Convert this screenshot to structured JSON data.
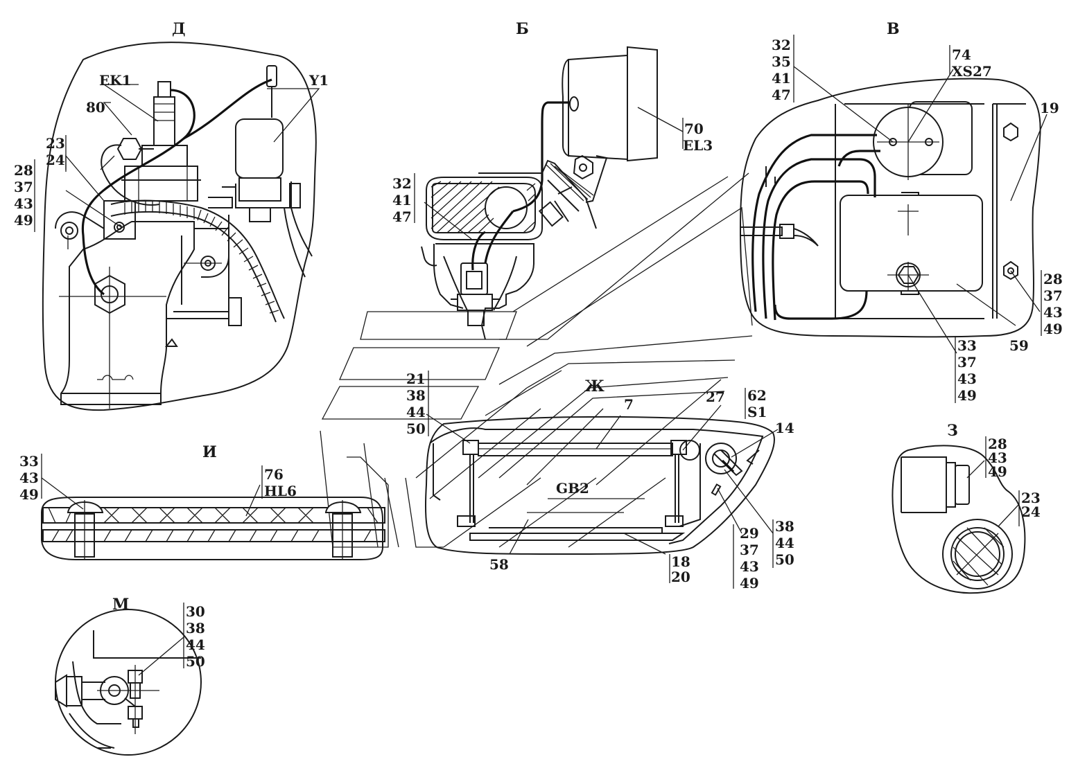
{
  "views": {
    "d": {
      "title": "Д",
      "ek1": "EK1",
      "y1": "Y1",
      "n80": "80",
      "n23": "23",
      "n24": "24",
      "n28": "28",
      "n37": "37",
      "n43": "43",
      "n49": "49"
    },
    "b": {
      "title": "Б",
      "n70": "70",
      "el3": "EL3",
      "n32": "32",
      "n41": "41",
      "n47": "47"
    },
    "v": {
      "title": "В",
      "n32": "32",
      "n35": "35",
      "n41": "41",
      "n47": "47",
      "n74": "74",
      "xs27": "XS27",
      "n19": "19",
      "n28": "28",
      "n37": "37",
      "n43": "43",
      "n49": "49",
      "n59": "59",
      "n33": "33",
      "n37b": "37",
      "n43b": "43",
      "n49b": "49"
    },
    "zh": {
      "title": "Ж",
      "n21": "21",
      "n38": "38",
      "n44": "44",
      "n50": "50",
      "n7": "7",
      "n27": "27",
      "n62": "62",
      "s1": "S1",
      "n14": "14",
      "gb2": "GB2",
      "n58": "58",
      "n18": "18",
      "n20": "20",
      "n29": "29",
      "n37": "37",
      "n43": "43",
      "n49": "49",
      "n38b": "38",
      "n44b": "44",
      "n50b": "50"
    },
    "z": {
      "title": "З",
      "n28": "28",
      "n43": "43",
      "n49": "49",
      "n23": "23",
      "n24": "24"
    },
    "i": {
      "title": "И",
      "n33": "33",
      "n43": "43",
      "n49": "49",
      "n76": "76",
      "hl6": "HL6"
    },
    "m": {
      "title": "М",
      "n30": "30",
      "n38": "38",
      "n44": "44",
      "n50": "50"
    }
  }
}
